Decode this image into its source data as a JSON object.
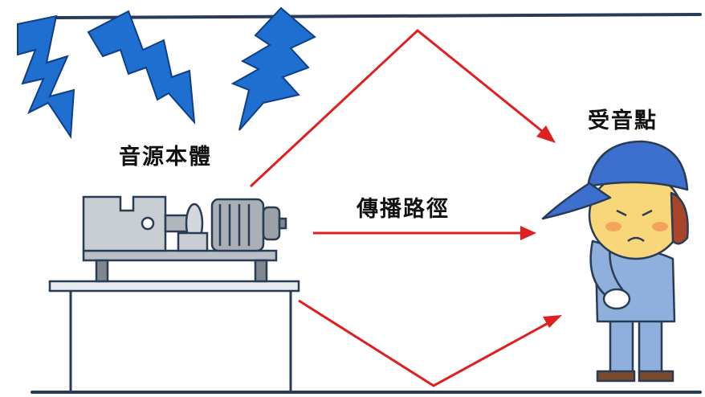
{
  "labels": {
    "source": "音源本體",
    "path": "傳播路徑",
    "receiver": "受音點"
  },
  "colors": {
    "frame": "#2a3c55",
    "lightning": "#1f6fd0",
    "arrow": "#e02020",
    "machine_body": "#c9ced2",
    "cap": "#3d6fcf",
    "uniform": "#8fb0dc",
    "skin": "#f7d77a"
  },
  "icons": [
    "lightning-bolt-icon",
    "machine-icon",
    "worker-icon"
  ]
}
